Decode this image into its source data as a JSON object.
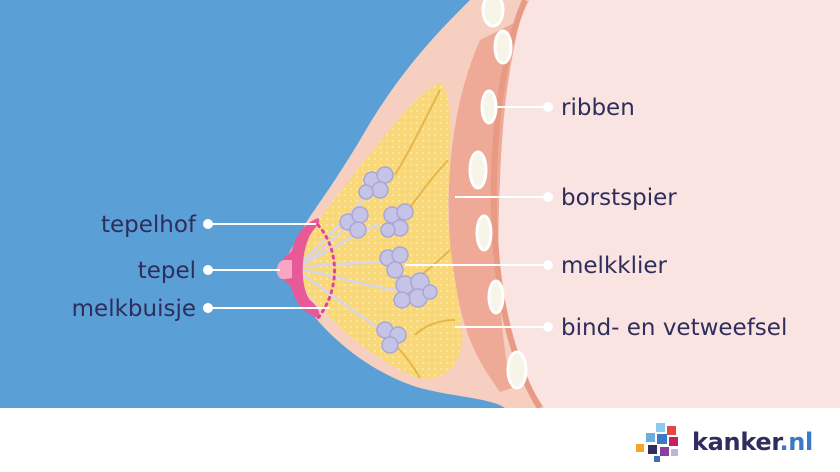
{
  "labels": {
    "ribben": "ribben",
    "borstspier": "borstspier",
    "melkklier": "melkklier",
    "bindweefsel": "bind- en vetweefsel",
    "tepelhof": "tepelhof",
    "tepel": "tepel",
    "melkbuisje": "melkbuisje"
  },
  "logo": {
    "name": "kanker",
    "tld": ".nl"
  },
  "colors": {
    "background_blue": "#5a9fd6",
    "skin": "#f6cfc0",
    "inner": "#f9e4e2",
    "muscle": "#eeaa96",
    "gland": "#f9d87a",
    "lobule": "#c5c4e6",
    "areola": "#e85a97",
    "label_text": "#2e2d5c"
  }
}
